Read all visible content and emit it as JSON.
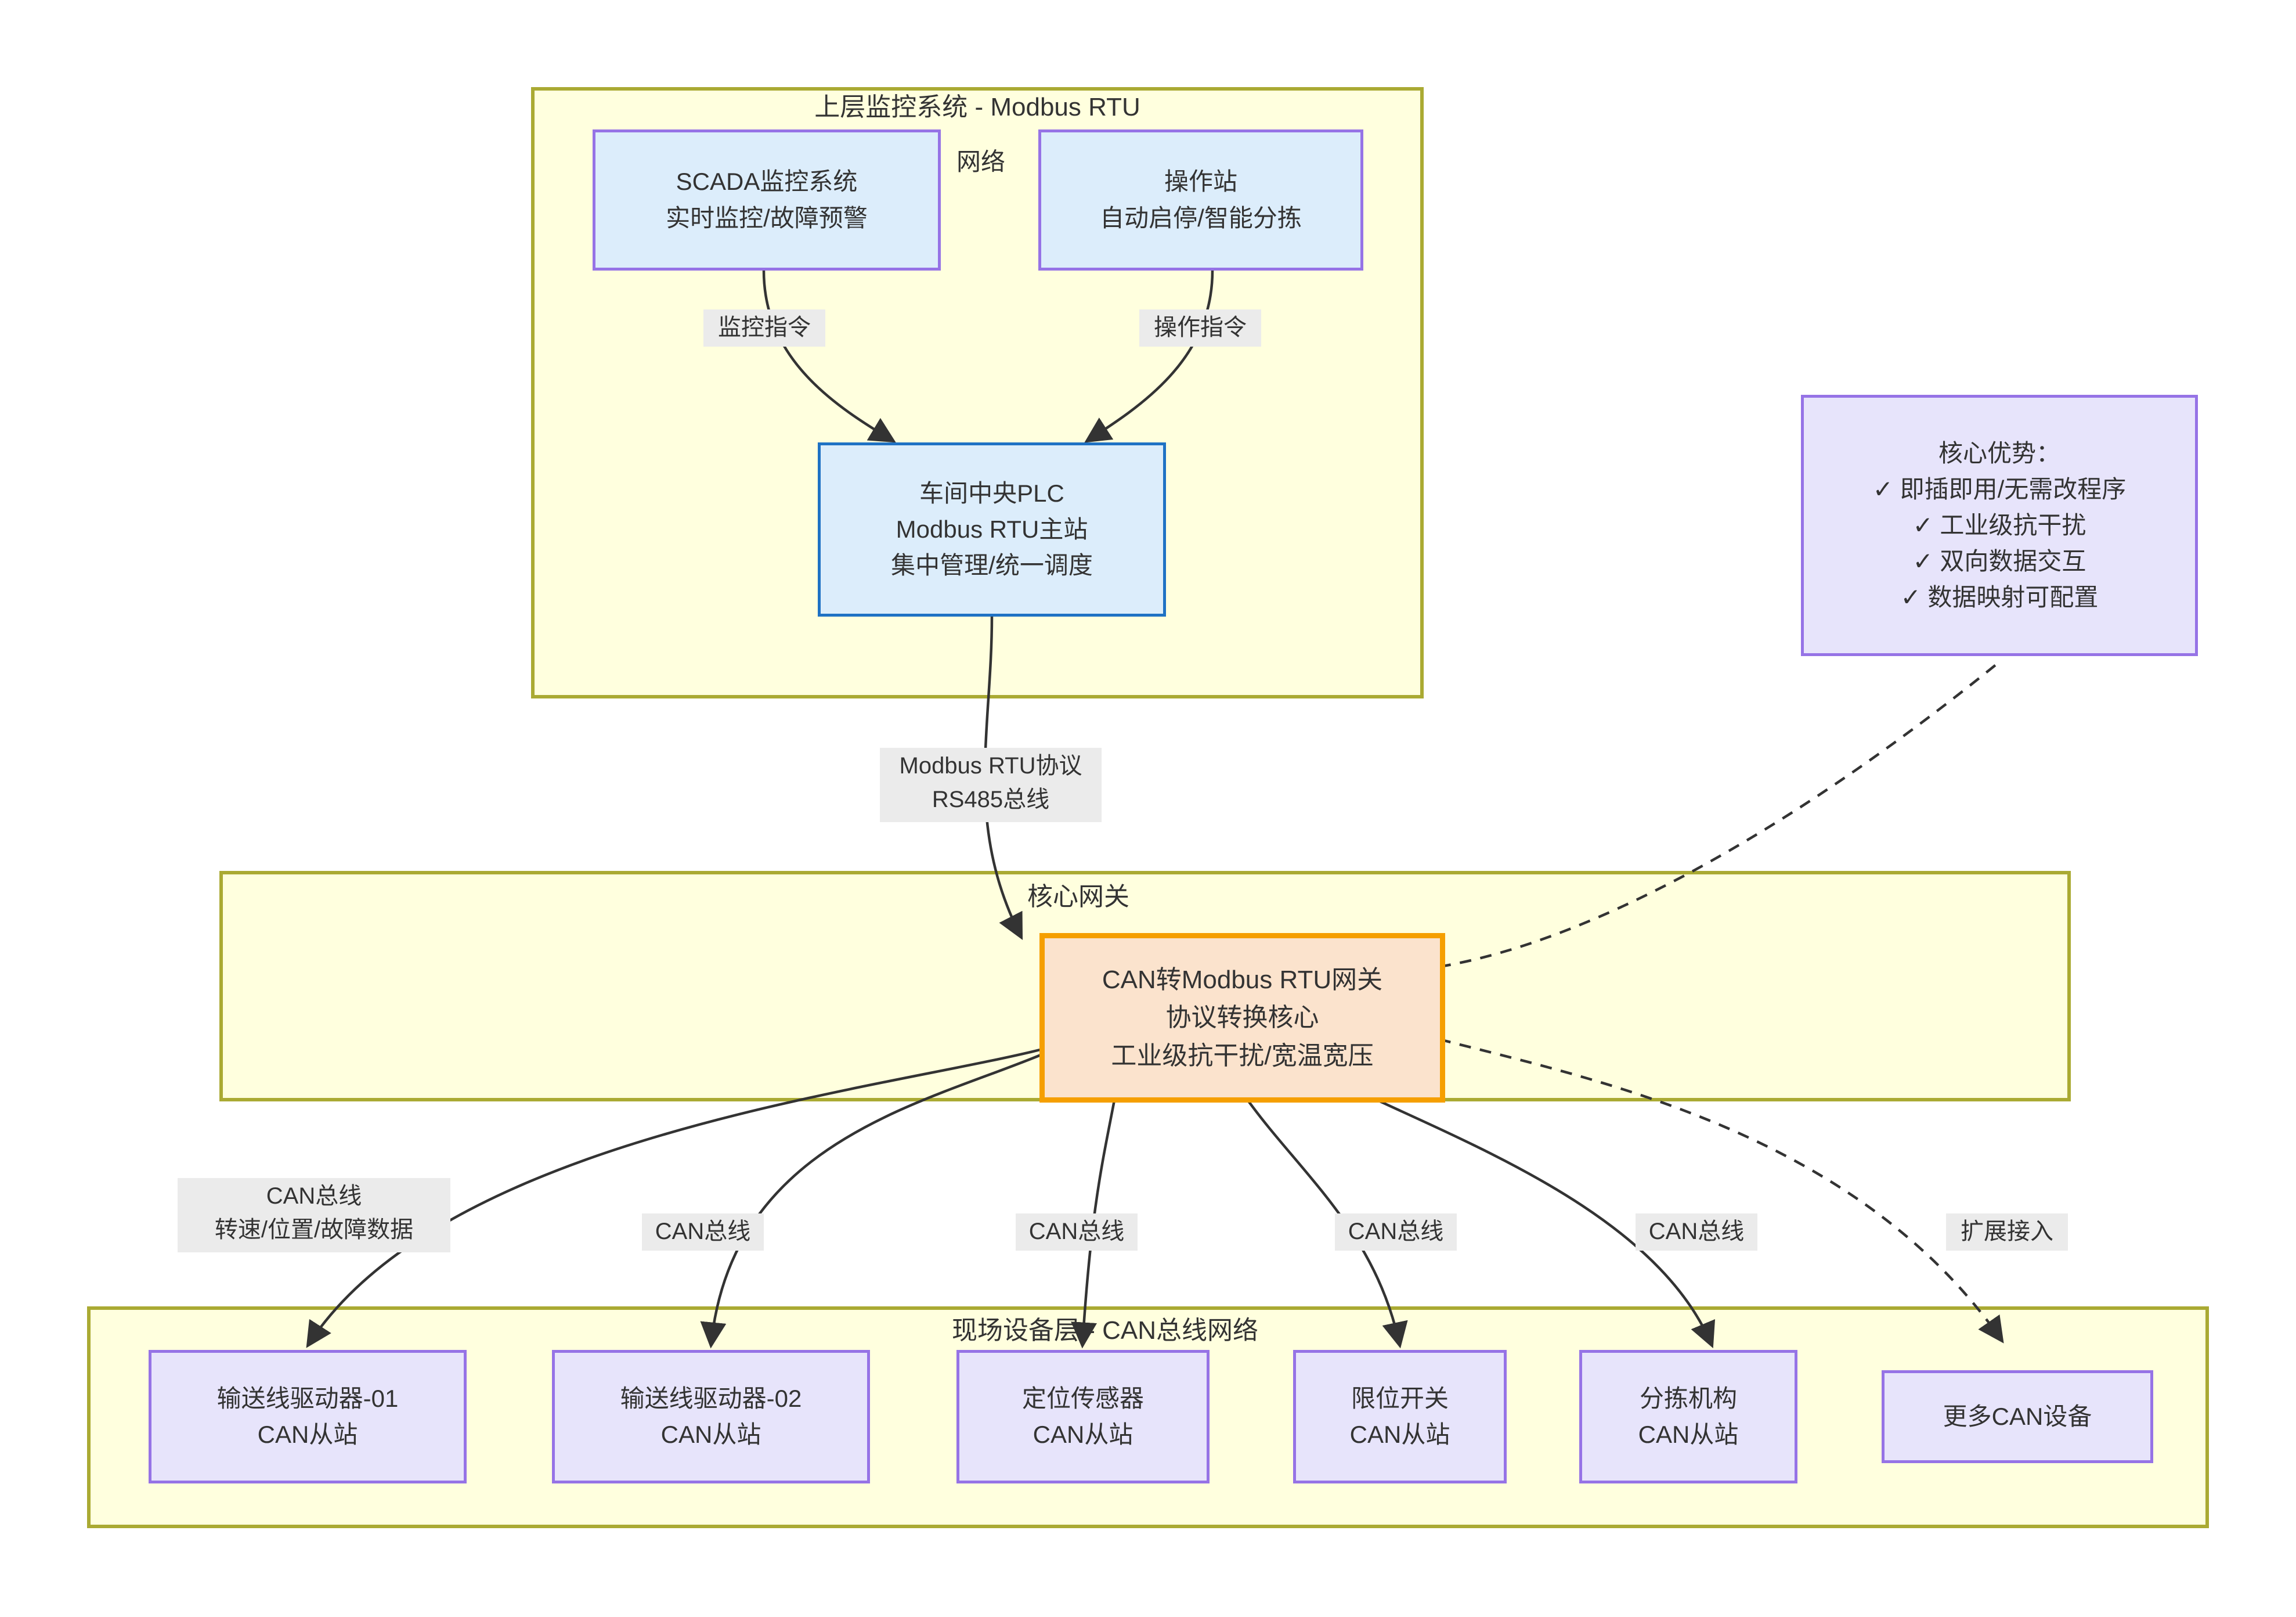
{
  "diagram": {
    "title_top": "上层监控系统 - Modbus RTU",
    "title_mid": "核心网关",
    "title_bottom": "现场设备层 - CAN总线网络",
    "network_label": "网络",
    "colors": {
      "cluster_fill": "#ffffde",
      "cluster_stroke": "#aaaa33",
      "blue_fill": "#dcedfb",
      "purple_stroke": "#9673e6",
      "purple_fill": "#e7e4fb",
      "plc_stroke": "#1f72c4",
      "gateway_fill": "#fbe3cd",
      "gateway_stroke": "#f59f00",
      "label_bg": "#ebebeb",
      "text": "#333333"
    }
  },
  "top_layer": {
    "scada": {
      "line1": "SCADA监控系统",
      "line2": "实时监控/故障预警"
    },
    "operator": {
      "line1": "操作站",
      "line2": "自动启停/智能分拣"
    },
    "plc": {
      "line1": "车间中央PLC",
      "line2": "Modbus RTU主站",
      "line3": "集中管理/统一调度"
    }
  },
  "gateway": {
    "line1": "CAN转Modbus RTU网关",
    "line2": "协议转换核心",
    "line3": "工业级抗干扰/宽温宽压"
  },
  "advantages": {
    "title": "核心优势：",
    "items": [
      "✓ 即插即用/无需改程序",
      "✓ 工业级抗干扰",
      "✓ 双向数据交互",
      "✓ 数据映射可配置"
    ]
  },
  "devices": [
    {
      "line1": "输送线驱动器-01",
      "line2": "CAN从站"
    },
    {
      "line1": "输送线驱动器-02",
      "line2": "CAN从站"
    },
    {
      "line1": "定位传感器",
      "line2": "CAN从站"
    },
    {
      "line1": "限位开关",
      "line2": "CAN从站"
    },
    {
      "line1": "分拣机构",
      "line2": "CAN从站"
    },
    {
      "line1": "更多CAN设备",
      "line2": ""
    }
  ],
  "edge_labels": {
    "scada_to_plc": {
      "line1": "监控指令",
      "line2": ""
    },
    "operator_to_plc": {
      "line1": "操作指令",
      "line2": ""
    },
    "plc_to_gateway": {
      "line1": "Modbus RTU协议",
      "line2": "RS485总线"
    },
    "gw_dev1": {
      "line1": "CAN总线",
      "line2": "转速/位置/故障数据"
    },
    "gw_dev2": {
      "line1": "CAN总线",
      "line2": ""
    },
    "gw_dev3": {
      "line1": "CAN总线",
      "line2": ""
    },
    "gw_dev4": {
      "line1": "CAN总线",
      "line2": ""
    },
    "gw_dev5": {
      "line1": "CAN总线",
      "line2": ""
    },
    "gw_dev6": {
      "line1": "扩展接入",
      "line2": ""
    }
  }
}
